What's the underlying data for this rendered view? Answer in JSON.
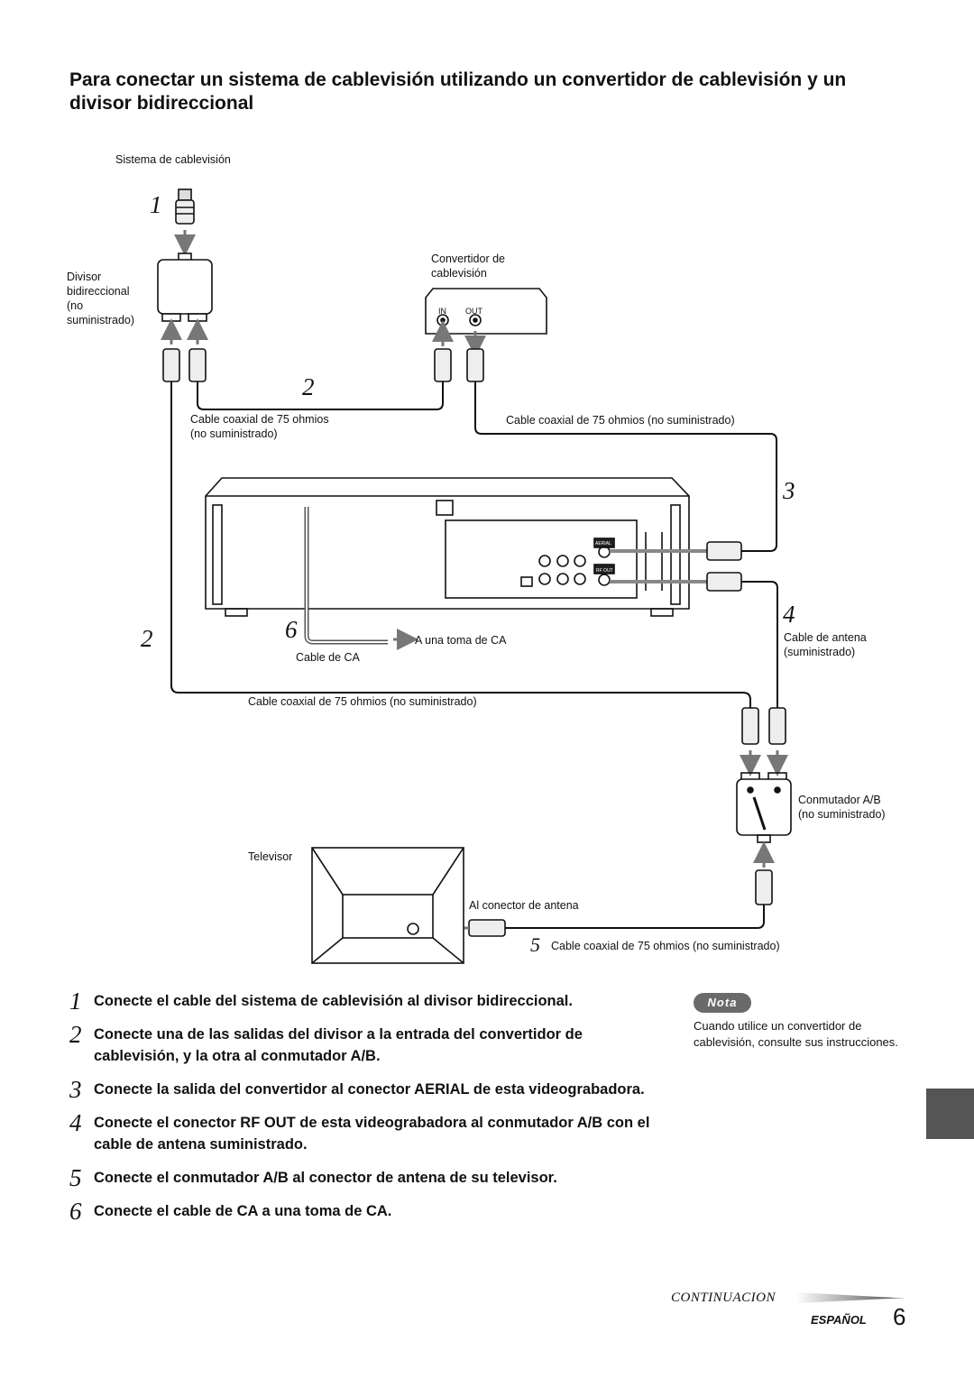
{
  "title": "Para conectar un sistema de cablevisión utilizando un convertidor de cablevisión y un divisor bidireccional",
  "labels": {
    "cable_system": "Sistema de cablevisión",
    "splitter": "Divisor\nbidireccional\n(no\nsuministrado)",
    "converter": "Convertidor de\ncablevisión",
    "conv_in": "IN",
    "conv_out": "OUT",
    "coax_left": "Cable coaxial de 75 ohmios\n(no suministrado)",
    "coax_right": "Cable coaxial de 75 ohmios (no suministrado)",
    "ac_outlet": "A una toma de CA",
    "ac_cable": "Cable de CA",
    "antenna_cable": "Cable de antena\n(suministrado)",
    "coax_bottom": "Cable coaxial de 75 ohmios (no suministrado)",
    "ab_switch": "Conmutador A/B\n(no suministrado)",
    "tv": "Televisor",
    "antenna_conn": "Al conector de antena",
    "coax_tv": "Cable coaxial de 75 ohmios (no suministrado)",
    "vcr_aerial": "AERIAL",
    "vcr_rfout": "RF OUT"
  },
  "diagram_numbers": {
    "n1": "1",
    "n2a": "2",
    "n2b": "2",
    "n3": "3",
    "n4": "4",
    "n5": "5",
    "n6": "6"
  },
  "steps": [
    {
      "n": "1",
      "text": "Conecte el cable del sistema de cablevisión al divisor bidireccional."
    },
    {
      "n": "2",
      "text": "Conecte una de las salidas del divisor a la entrada del convertidor de cablevisión, y la otra al conmutador A/B."
    },
    {
      "n": "3",
      "text": "Conecte la salida del convertidor al conector AERIAL de esta videograbadora."
    },
    {
      "n": "4",
      "text": "Conecte el conector RF OUT de esta videograbadora al conmutador A/B con el cable de antena suministrado."
    },
    {
      "n": "5",
      "text": "Conecte el conmutador A/B al conector de antena de su televisor."
    },
    {
      "n": "6",
      "text": "Conecte el cable de CA a una toma de CA."
    }
  ],
  "note": {
    "badge": "Nota",
    "text": "Cuando utilice un convertidor de cablevisión, consulte sus instrucciones."
  },
  "footer": {
    "continuation": "CONTINUACION",
    "language": "ESPAÑOL",
    "page": "6"
  }
}
